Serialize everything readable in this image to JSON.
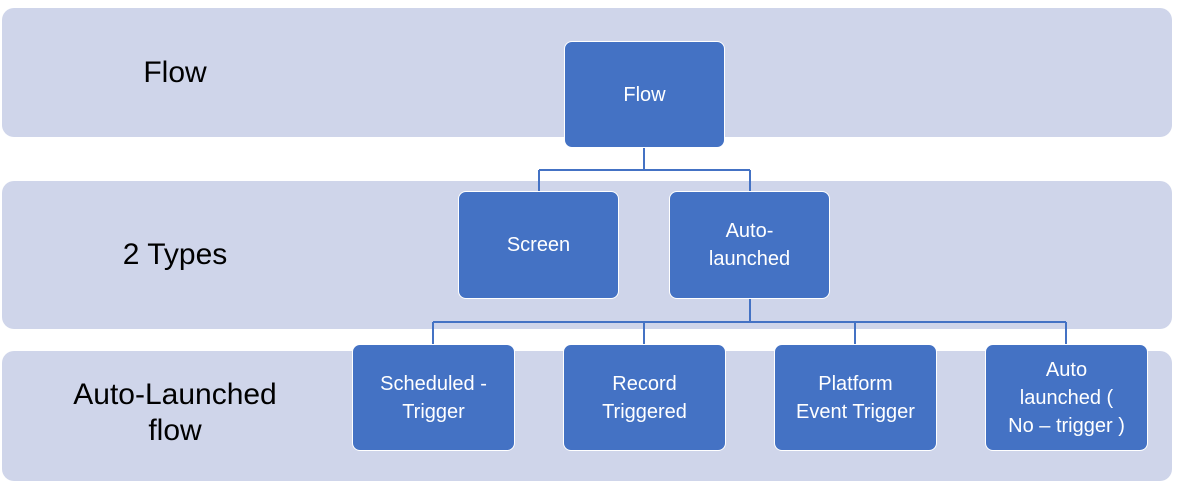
{
  "colors": {
    "band_fill": "#cfd5ea",
    "node_fill": "#4472c4",
    "node_text": "#ffffff",
    "connector": "#4472c4",
    "label_text": "#000000"
  },
  "rows": [
    {
      "label": "Flow"
    },
    {
      "label": "2 Types"
    },
    {
      "label": "Auto-Launched\nflow"
    }
  ],
  "nodes": {
    "root": "Flow",
    "screen": "Screen",
    "autolaunched": "Auto-\nlaunched",
    "scheduled": "Scheduled -\nTrigger",
    "record": "Record\nTriggered",
    "platform": "Platform\nEvent Trigger",
    "auto_no_trigger": "Auto\nlaunched (\nNo – trigger )"
  }
}
